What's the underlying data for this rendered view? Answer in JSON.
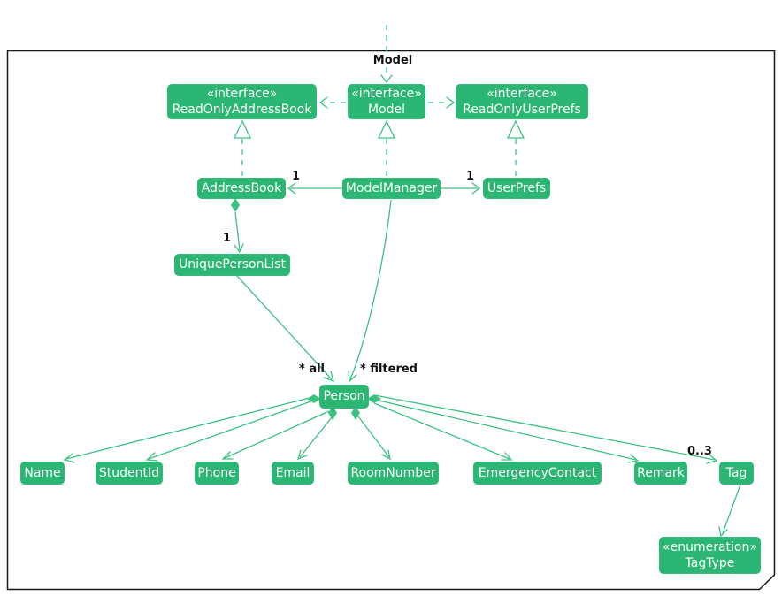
{
  "diagram": {
    "frame_label": "Model",
    "colors": {
      "node_fill": "#2bb673",
      "node_border": "#35b97b",
      "node_text": "#ffffff",
      "edge": "#3cc183",
      "label_text": "#111111",
      "frame_border": "#181818"
    },
    "nodes": {
      "read_only_address_book": {
        "stereotype": "«interface»",
        "name": "ReadOnlyAddressBook"
      },
      "model_interface": {
        "stereotype": "«interface»",
        "name": "Model"
      },
      "read_only_user_prefs": {
        "stereotype": "«interface»",
        "name": "ReadOnlyUserPrefs"
      },
      "address_book": {
        "name": "AddressBook"
      },
      "model_manager": {
        "name": "ModelManager"
      },
      "user_prefs": {
        "name": "UserPrefs"
      },
      "unique_person_list": {
        "name": "UniquePersonList"
      },
      "person": {
        "name": "Person"
      },
      "name": {
        "name": "Name"
      },
      "student_id": {
        "name": "StudentId"
      },
      "phone": {
        "name": "Phone"
      },
      "email": {
        "name": "Email"
      },
      "room_number": {
        "name": "RoomNumber"
      },
      "emergency_contact": {
        "name": "EmergencyContact"
      },
      "remark": {
        "name": "Remark"
      },
      "tag": {
        "name": "Tag"
      },
      "tag_type": {
        "stereotype": "«enumeration»",
        "name": "TagType"
      }
    },
    "edge_labels": {
      "modelmanager_to_addressbook": "1",
      "modelmanager_to_userprefs": "1",
      "addressbook_to_uniquepersonlist": "1",
      "uniquepersonlist_to_person": "* all",
      "modelmanager_to_person": "* filtered",
      "person_to_tag": "0..3"
    }
  }
}
